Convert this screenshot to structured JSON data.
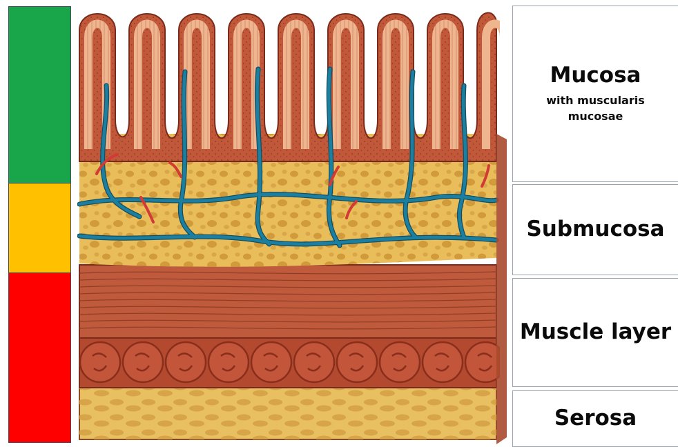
{
  "color_scale": [
    {
      "color": "#19a64b"
    },
    {
      "color": "#ffc000"
    },
    {
      "color": "#ff0000"
    }
  ],
  "layers": {
    "mucosa": {
      "title": "Mucosa",
      "subtitle": "with muscularis mucosae"
    },
    "submucosa": {
      "title": "Submucosa"
    },
    "muscle": {
      "title": "Muscle layer"
    },
    "serosa": {
      "title": "Serosa"
    }
  },
  "palette": {
    "mucosa_outer": "#c1583a",
    "epithelium": "#efb58f",
    "submucosa": "#e8bd5a",
    "fat_globule": "#d19a3a",
    "vessel_blue": "#1d7fa0",
    "vessel_red": "#d23a35",
    "muscle": "#bf5a3c",
    "serosa": "#e8c062"
  }
}
